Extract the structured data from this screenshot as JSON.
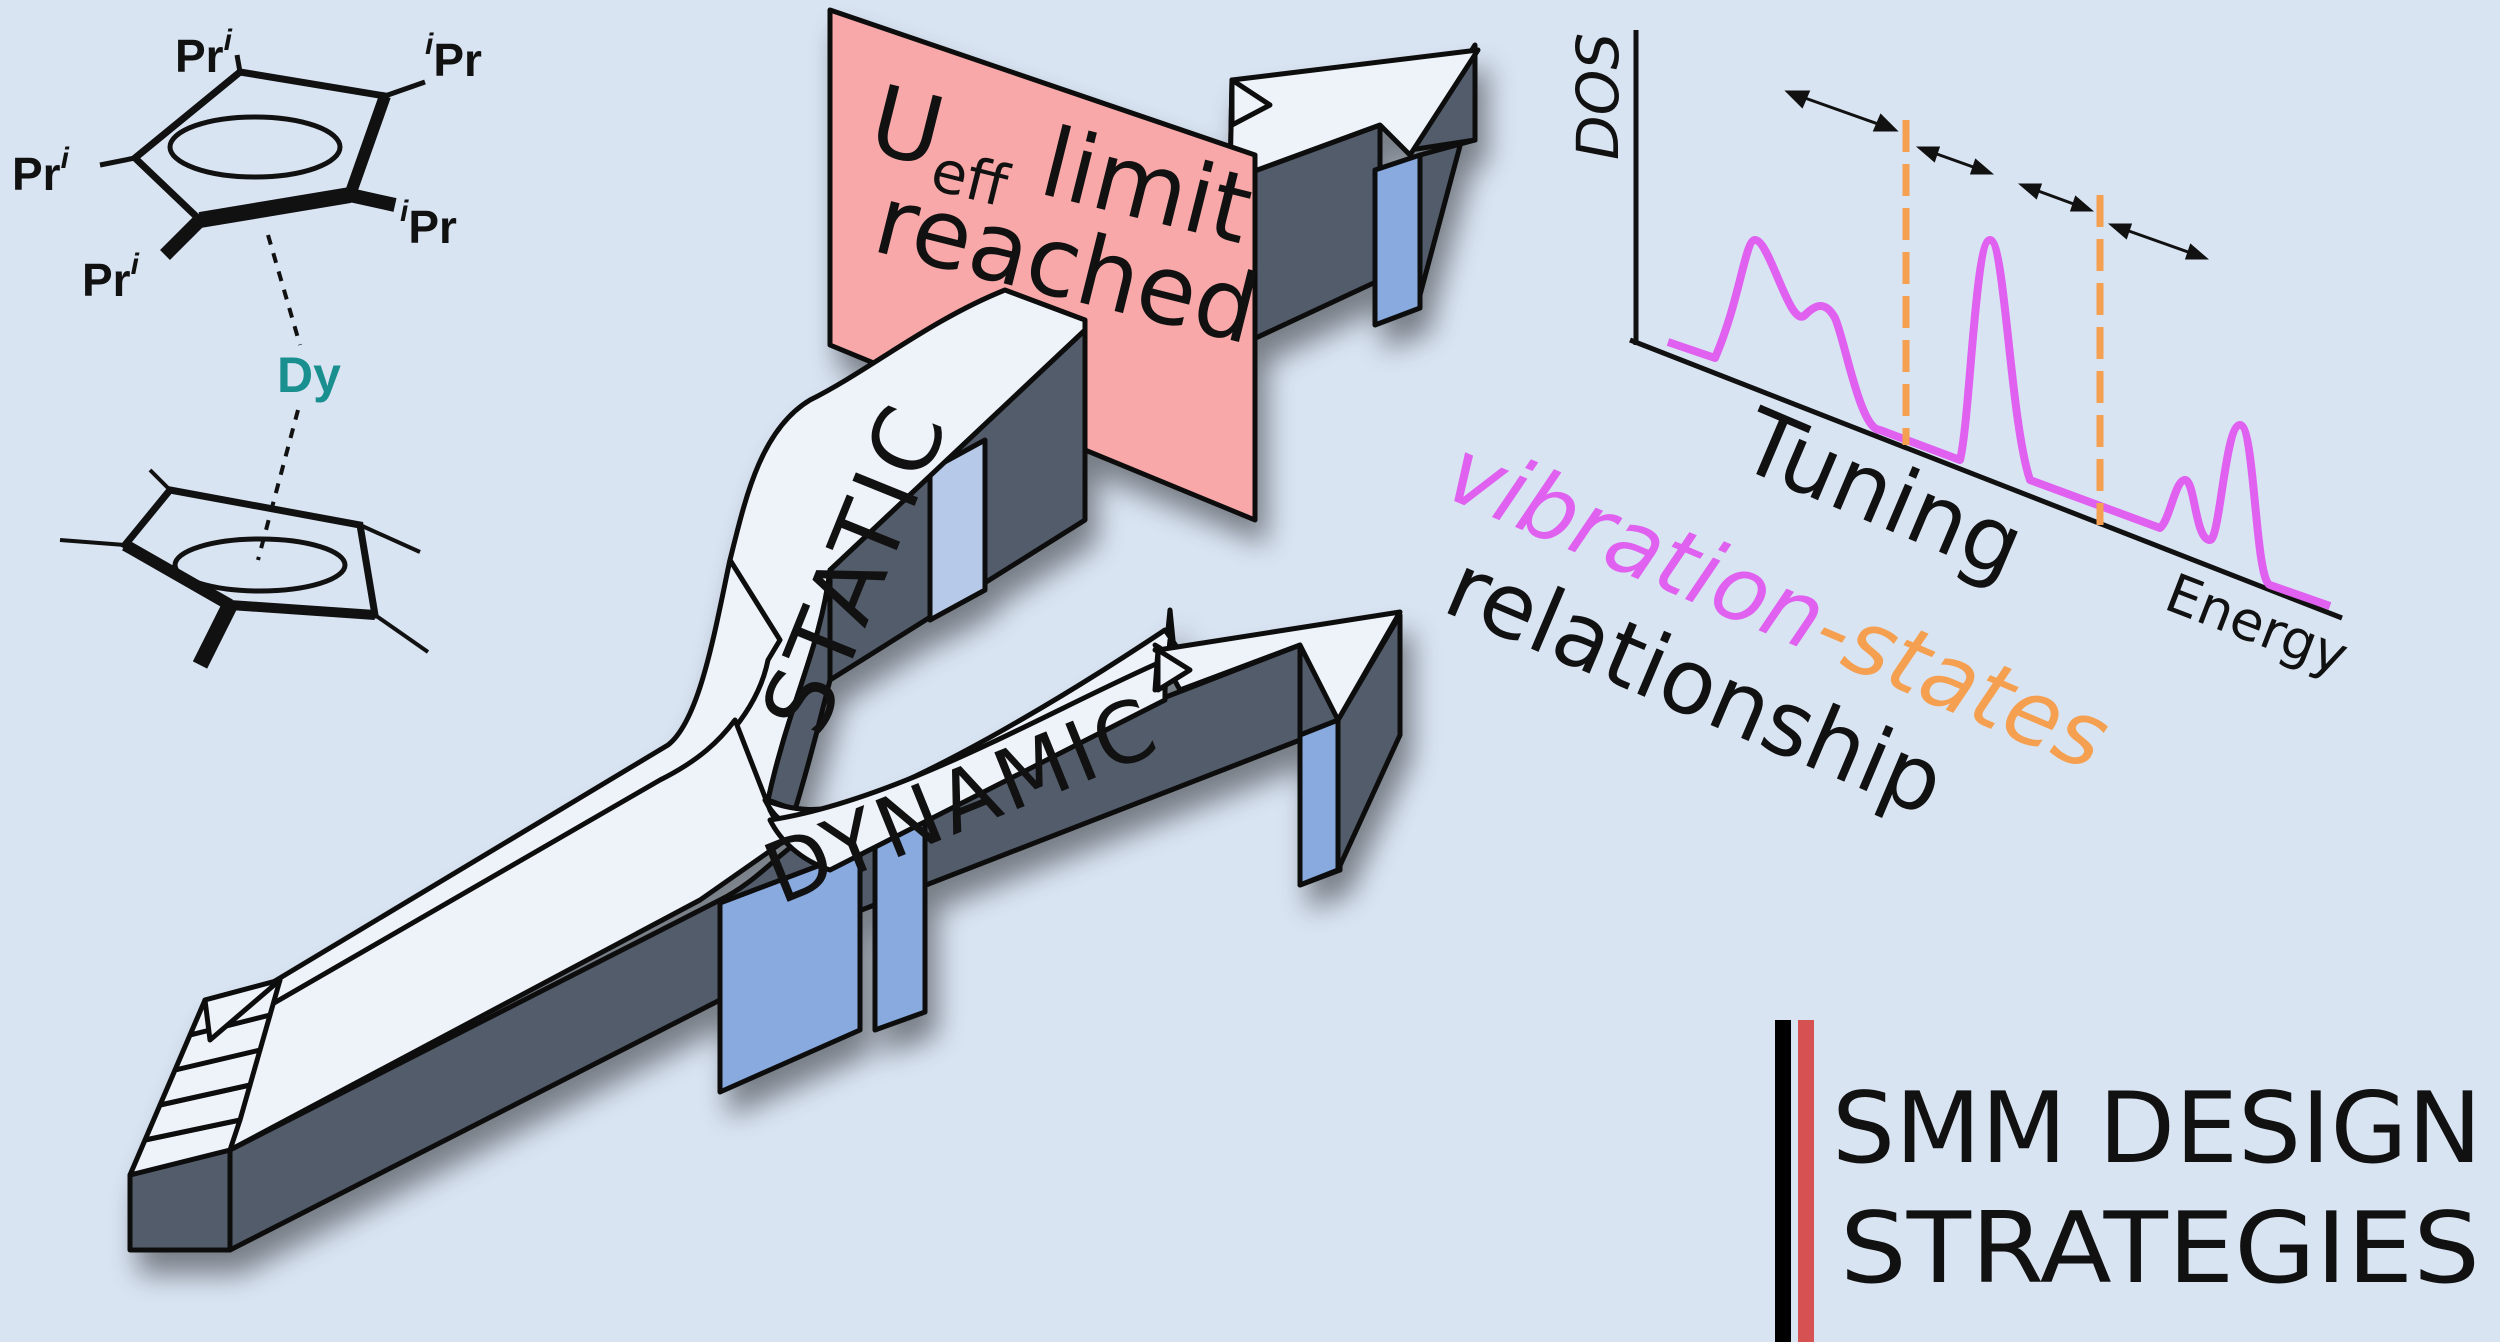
{
  "molecule": {
    "substituents": [
      "Pr",
      "i",
      "Pr",
      "i",
      "Pr",
      "i",
      "Pr",
      "i",
      "Pr",
      "i"
    ],
    "metal": "Dy"
  },
  "paths": {
    "static_label": "STATIC",
    "dynamic_label": "DYNAMIC"
  },
  "barrier": {
    "u_symbol": "U",
    "u_subscript": "eff",
    "line1_rest": " limit",
    "line2": "reached"
  },
  "dos_plot": {
    "y_axis_label": "DOS",
    "x_axis_label": "Energy"
  },
  "tuning": {
    "word1": "Tuning",
    "word2_vibration": "vibration",
    "word2_dash": "-",
    "word2_states": "states",
    "word3": "relationship"
  },
  "title": {
    "line1": "SMM DESIGN",
    "line2": "STRATEGIES"
  },
  "colors": {
    "background": "#d9e4f3",
    "dark_wall": "#525c6b",
    "light_window": "#88aadf",
    "barrier_pink": "#f8a8a8",
    "vibration_magenta": "#e060f0",
    "states_orange": "#f5a050",
    "metal_teal": "#1a8f8f",
    "title_red": "#d65252"
  }
}
